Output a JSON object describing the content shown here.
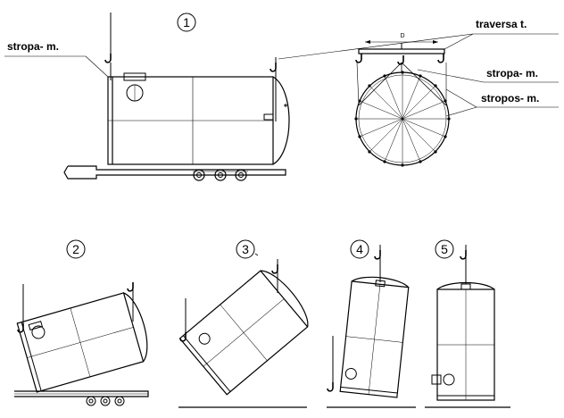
{
  "labels": {
    "stropa_left": "stropa- m.",
    "traversa": "traversa t.",
    "stropa_right": "stropa- m.",
    "stropos": "stropos- m.",
    "diameter": "D"
  },
  "steps": [
    "1",
    "2",
    "3",
    "4",
    "5"
  ]
}
